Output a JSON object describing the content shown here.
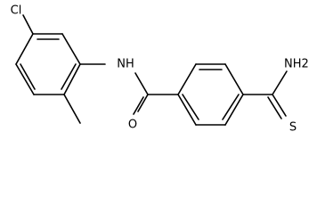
{
  "molecule": {
    "labels": {
      "chlorine": "Cl",
      "amide_nh": "NH",
      "carbonyl_o": "O",
      "thioamide_nh2": "NH2",
      "thioamide_s": "S"
    }
  }
}
